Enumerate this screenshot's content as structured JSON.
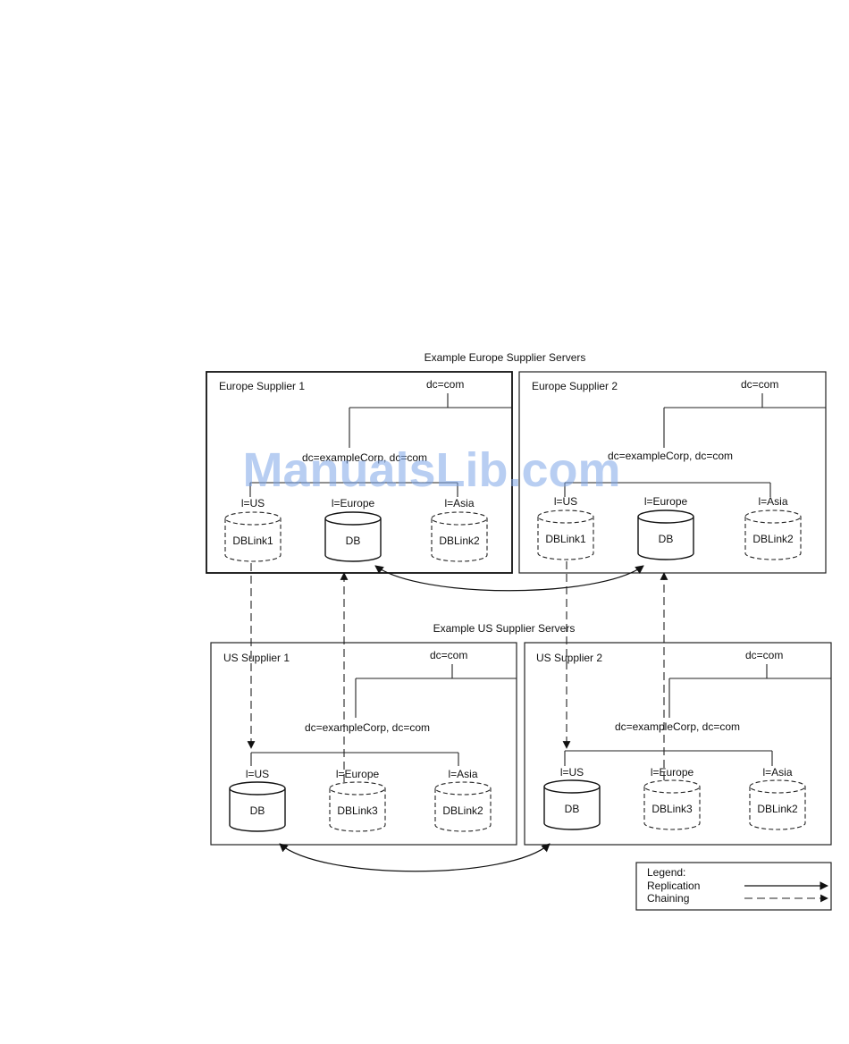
{
  "europe_group_title": "Example Europe Supplier Servers",
  "us_group_title": "Example US Supplier Servers",
  "watermark": "ManualsLib.com",
  "servers": {
    "eu1": {
      "name": "Europe Supplier 1",
      "root": "dc=com",
      "suffix": "dc=exampleCorp, dc=com",
      "nodes": [
        {
          "label": "l=US",
          "db": "DBLink1",
          "kind": "link"
        },
        {
          "label": "l=Europe",
          "db": "DB",
          "kind": "db"
        },
        {
          "label": "l=Asia",
          "db": "DBLink2",
          "kind": "link"
        }
      ]
    },
    "eu2": {
      "name": "Europe Supplier 2",
      "root": "dc=com",
      "suffix": "dc=exampleCorp, dc=com",
      "nodes": [
        {
          "label": "l=US",
          "db": "DBLink1",
          "kind": "link"
        },
        {
          "label": "l=Europe",
          "db": "DB",
          "kind": "db"
        },
        {
          "label": "l=Asia",
          "db": "DBLink2",
          "kind": "link"
        }
      ]
    },
    "us1": {
      "name": "US Supplier 1",
      "root": "dc=com",
      "suffix": "dc=exampleCorp, dc=com",
      "nodes": [
        {
          "label": "l=US",
          "db": "DB",
          "kind": "db"
        },
        {
          "label": "l=Europe",
          "db": "DBLink3",
          "kind": "link"
        },
        {
          "label": "l=Asia",
          "db": "DBLink2",
          "kind": "link"
        }
      ]
    },
    "us2": {
      "name": "US Supplier 2",
      "root": "dc=com",
      "suffix": "dc=exampleCorp, dc=com",
      "nodes": [
        {
          "label": "l=US",
          "db": "DB",
          "kind": "db"
        },
        {
          "label": "l=Europe",
          "db": "DBLink3",
          "kind": "link"
        },
        {
          "label": "l=Asia",
          "db": "DBLink2",
          "kind": "link"
        }
      ]
    }
  },
  "legend": {
    "title": "Legend:",
    "replication": "Replication",
    "chaining": "Chaining"
  }
}
